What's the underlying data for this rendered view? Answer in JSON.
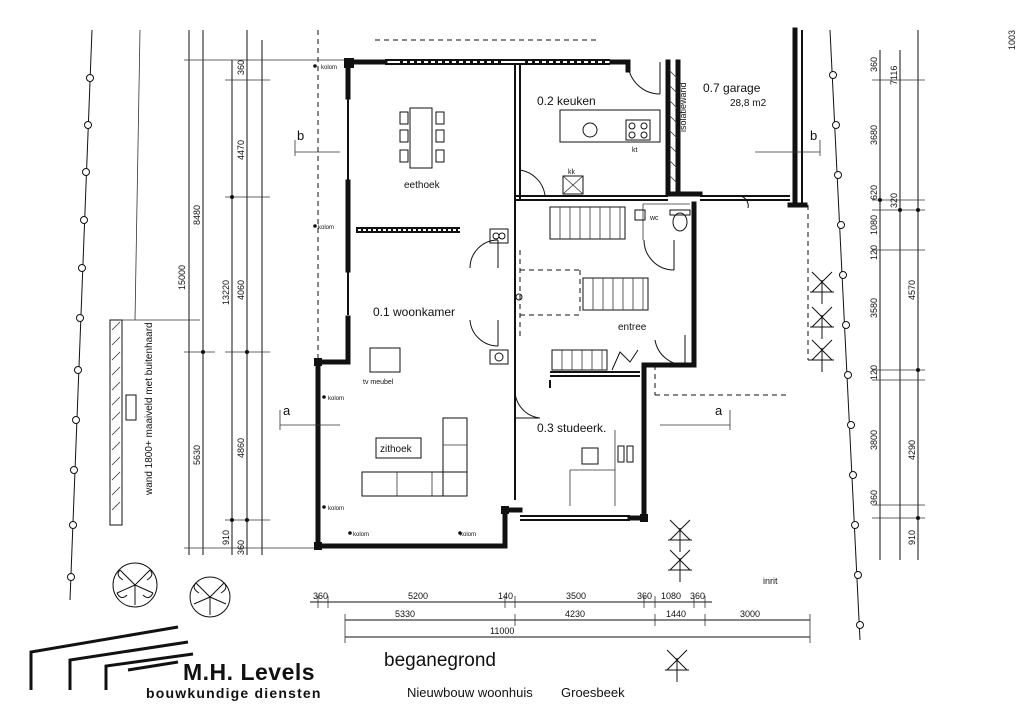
{
  "title_block": {
    "company_name": "M.H. Levels",
    "company_subtitle": "bouwkundige diensten",
    "drawing_title": "beganegrond",
    "project_name": "Nieuwbouw woonhuis",
    "project_place": "Groesbeek"
  },
  "rooms": {
    "woonkamer": "0.1  woonkamer",
    "keuken": "0.2  keuken",
    "studeerk": "0.3  studeerk.",
    "garage": "0.7  garage",
    "garage_area": "28,8 m2",
    "eethoek": "eethoek",
    "entree": "entree",
    "zithoek": "zithoek",
    "tv_meubel": "tv meubel",
    "wc": "wc",
    "kt": "kt",
    "kk": "kk",
    "isolatiewand": "isolatiewand",
    "inrit": "inrit",
    "buitenhaard": "wand 1800+ maaiveld met buitenhaard"
  },
  "labels": {
    "kolom": "kolom",
    "section_a": "a",
    "section_b": "b"
  },
  "dimensions": {
    "left_overall": "15000",
    "left_mid_top": "8480",
    "left_mid_bottom": "5630",
    "left_inner": "13220",
    "left_c1": "360",
    "left_c2": "4470",
    "left_c3": "4060",
    "left_c4": "4860",
    "left_c5": "910",
    "left_c6": "360",
    "right_r1": "360",
    "right_r2": "3680",
    "right_r3": "620",
    "right_r4": "1080",
    "right_r5": "120",
    "right_r6": "3580",
    "right_r7": "120",
    "right_r8": "3800",
    "right_r9": "360",
    "right_s1": "7116",
    "right_s2": "320",
    "right_s3": "4570",
    "right_s4": "4290",
    "right_s5": "910",
    "right_top": "1003",
    "bottom_a1": "360",
    "bottom_a2": "5200",
    "bottom_a3": "140",
    "bottom_a4": "3500",
    "bottom_a5": "360",
    "bottom_a6": "1080",
    "bottom_a7": "360",
    "bottom_b1": "5330",
    "bottom_b2": "4230",
    "bottom_b3": "1440",
    "bottom_b4": "3000",
    "bottom_total": "11000"
  }
}
